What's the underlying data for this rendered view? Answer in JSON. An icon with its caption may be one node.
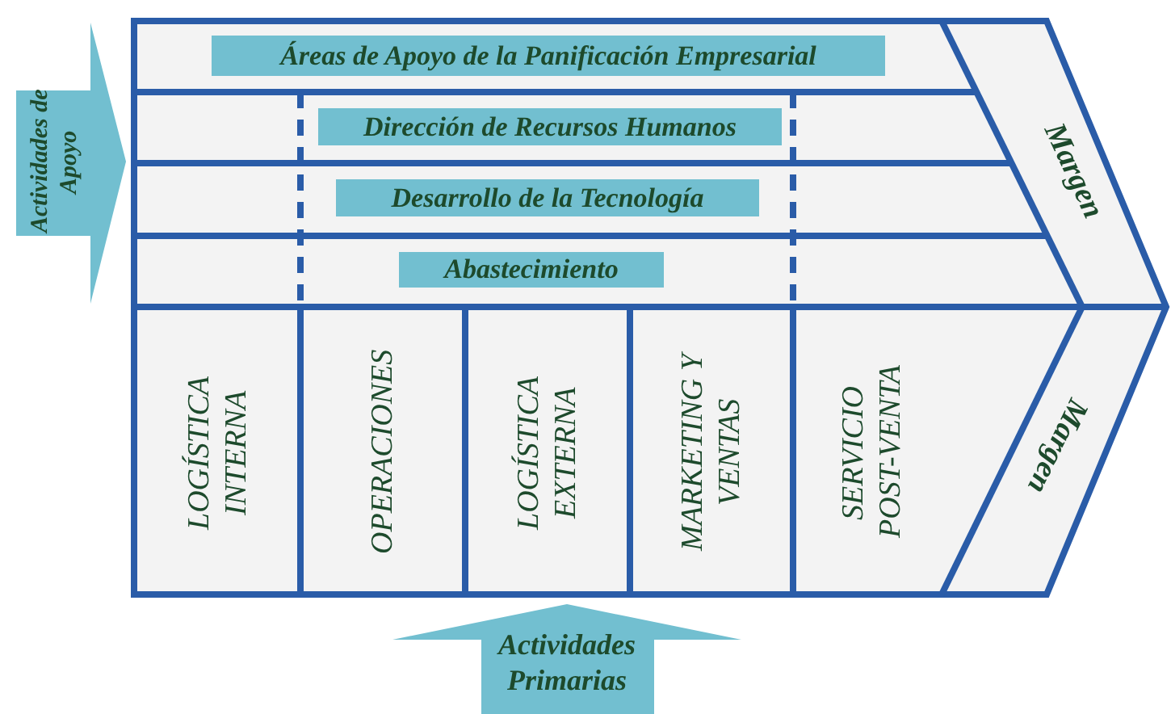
{
  "diagram": {
    "nodes": [
      {
        "text": [
          "Actividades de Apoyo"
        ]
      },
      {
        "text": [
          "Áreas de Apoyo de la Panificación Empresarial"
        ]
      },
      {
        "text": [
          "Dirección de Recursos Humanos"
        ]
      },
      {
        "text": [
          "Desarrollo de la Tecnología"
        ]
      },
      {
        "text": [
          "Abastecimiento"
        ]
      },
      {
        "text": [
          "Margen"
        ]
      },
      {
        "text": [
          "LOGÍSTICA INTERNA"
        ]
      },
      {
        "text": [
          "OPERACIONES"
        ]
      },
      {
        "text": [
          "LOGÍSTICA EXTERNA"
        ]
      },
      {
        "text": [
          "MARKETING Y VENTAS"
        ]
      },
      {
        "text": [
          "SERVICIO POST-VENTA"
        ]
      },
      {
        "text": [
          "Margen"
        ]
      },
      {
        "text": [
          "Actividades Primarias"
        ]
      }
    ]
  }
}
